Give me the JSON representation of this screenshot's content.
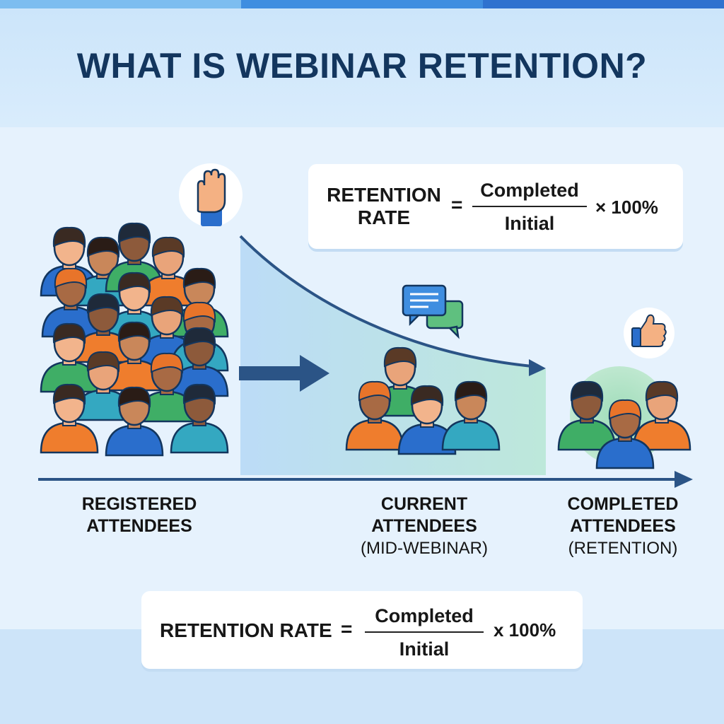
{
  "colors": {
    "navy": "#13365e",
    "arrow": "#2b5486",
    "accent_blue": "#2a6ecc",
    "accent_orange": "#ef7d2d",
    "accent_green": "#3fae66",
    "accent_teal": "#34a8c1"
  },
  "title": "WHAT IS WEBINAR RETENTION?",
  "formula_top": {
    "lhs": "RETENTION RATE",
    "equals": "=",
    "numerator": "Completed",
    "denominator": "Initial",
    "multiplier": "× 100%"
  },
  "formula_bottom": {
    "lhs": "RETENTION RATE",
    "equals": "=",
    "numerator": "Completed",
    "denominator": "Initial",
    "multiplier": "x 100%"
  },
  "stages": [
    {
      "title": "REGISTERED ATTENDEES",
      "subtitle": "",
      "icon": "raised-hand-icon"
    },
    {
      "title": "CURRENT ATTENDEES",
      "subtitle": "(MID-WEBINAR)",
      "icon": "chat-bubbles-icon"
    },
    {
      "title": "COMPLETED ATTENDEES",
      "subtitle": "(RETENTION)",
      "icon": "thumbs-up-icon"
    }
  ]
}
